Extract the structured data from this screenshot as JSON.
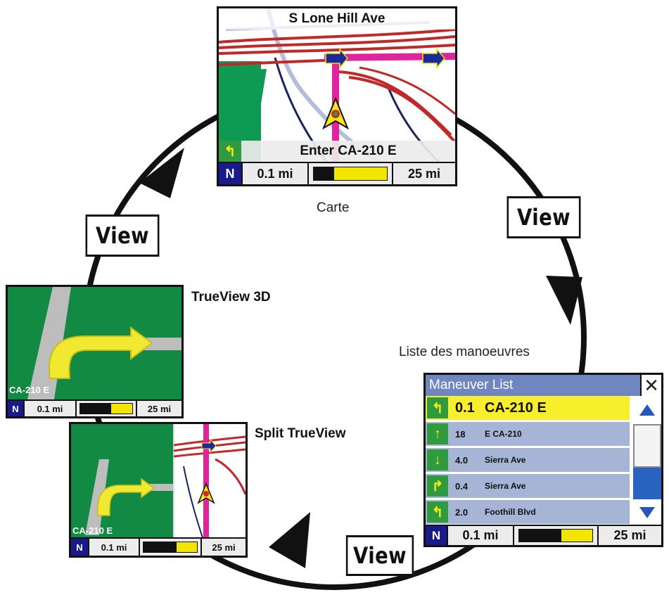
{
  "colors": {
    "map_road_red": "#c0282a",
    "route_magenta": "#e0259c",
    "green": "#128a44",
    "nav_blue": "#1a1a8c",
    "scale_yellow": "#f2e600"
  },
  "view_buttons": {
    "top_right": "View",
    "left": "View",
    "bottom": "View"
  },
  "carte": {
    "street": "S Lone Hill Ave",
    "maneuver_text": "Enter CA-210 E",
    "north": "N",
    "scale": "0.1 mi",
    "distance": "25 mi",
    "caption": "Carte",
    "turn_icon": "merge-left-arrow-icon"
  },
  "trueview3d": {
    "caption": "TrueView 3D",
    "road_label": "CA-210 E",
    "north": "N",
    "scale": "0.1 mi",
    "distance": "25 mi"
  },
  "split_trueview": {
    "caption": "Split TrueView",
    "road_label": "CA-210 E",
    "north": "N",
    "scale": "0.1 mi",
    "distance": "25 mi"
  },
  "maneuver_list": {
    "caption": "Liste des manoeuvres",
    "title": "Maneuver List",
    "close_icon": "close-icon",
    "rows": [
      {
        "dist": "0.1",
        "road": "CA-210 E",
        "icon": "↰",
        "active": true
      },
      {
        "dist": "18",
        "road": "E CA-210",
        "icon": "↑",
        "active": false
      },
      {
        "dist": "4.0",
        "road": "Sierra Ave",
        "icon": "↓",
        "active": false
      },
      {
        "dist": "0.4",
        "road": "Sierra Ave",
        "icon": "↱",
        "active": false
      },
      {
        "dist": "2.0",
        "road": "Foothill Blvd",
        "icon": "↰",
        "active": false
      }
    ],
    "north": "N",
    "scale": "0.1 mi",
    "distance": "25 mi"
  }
}
